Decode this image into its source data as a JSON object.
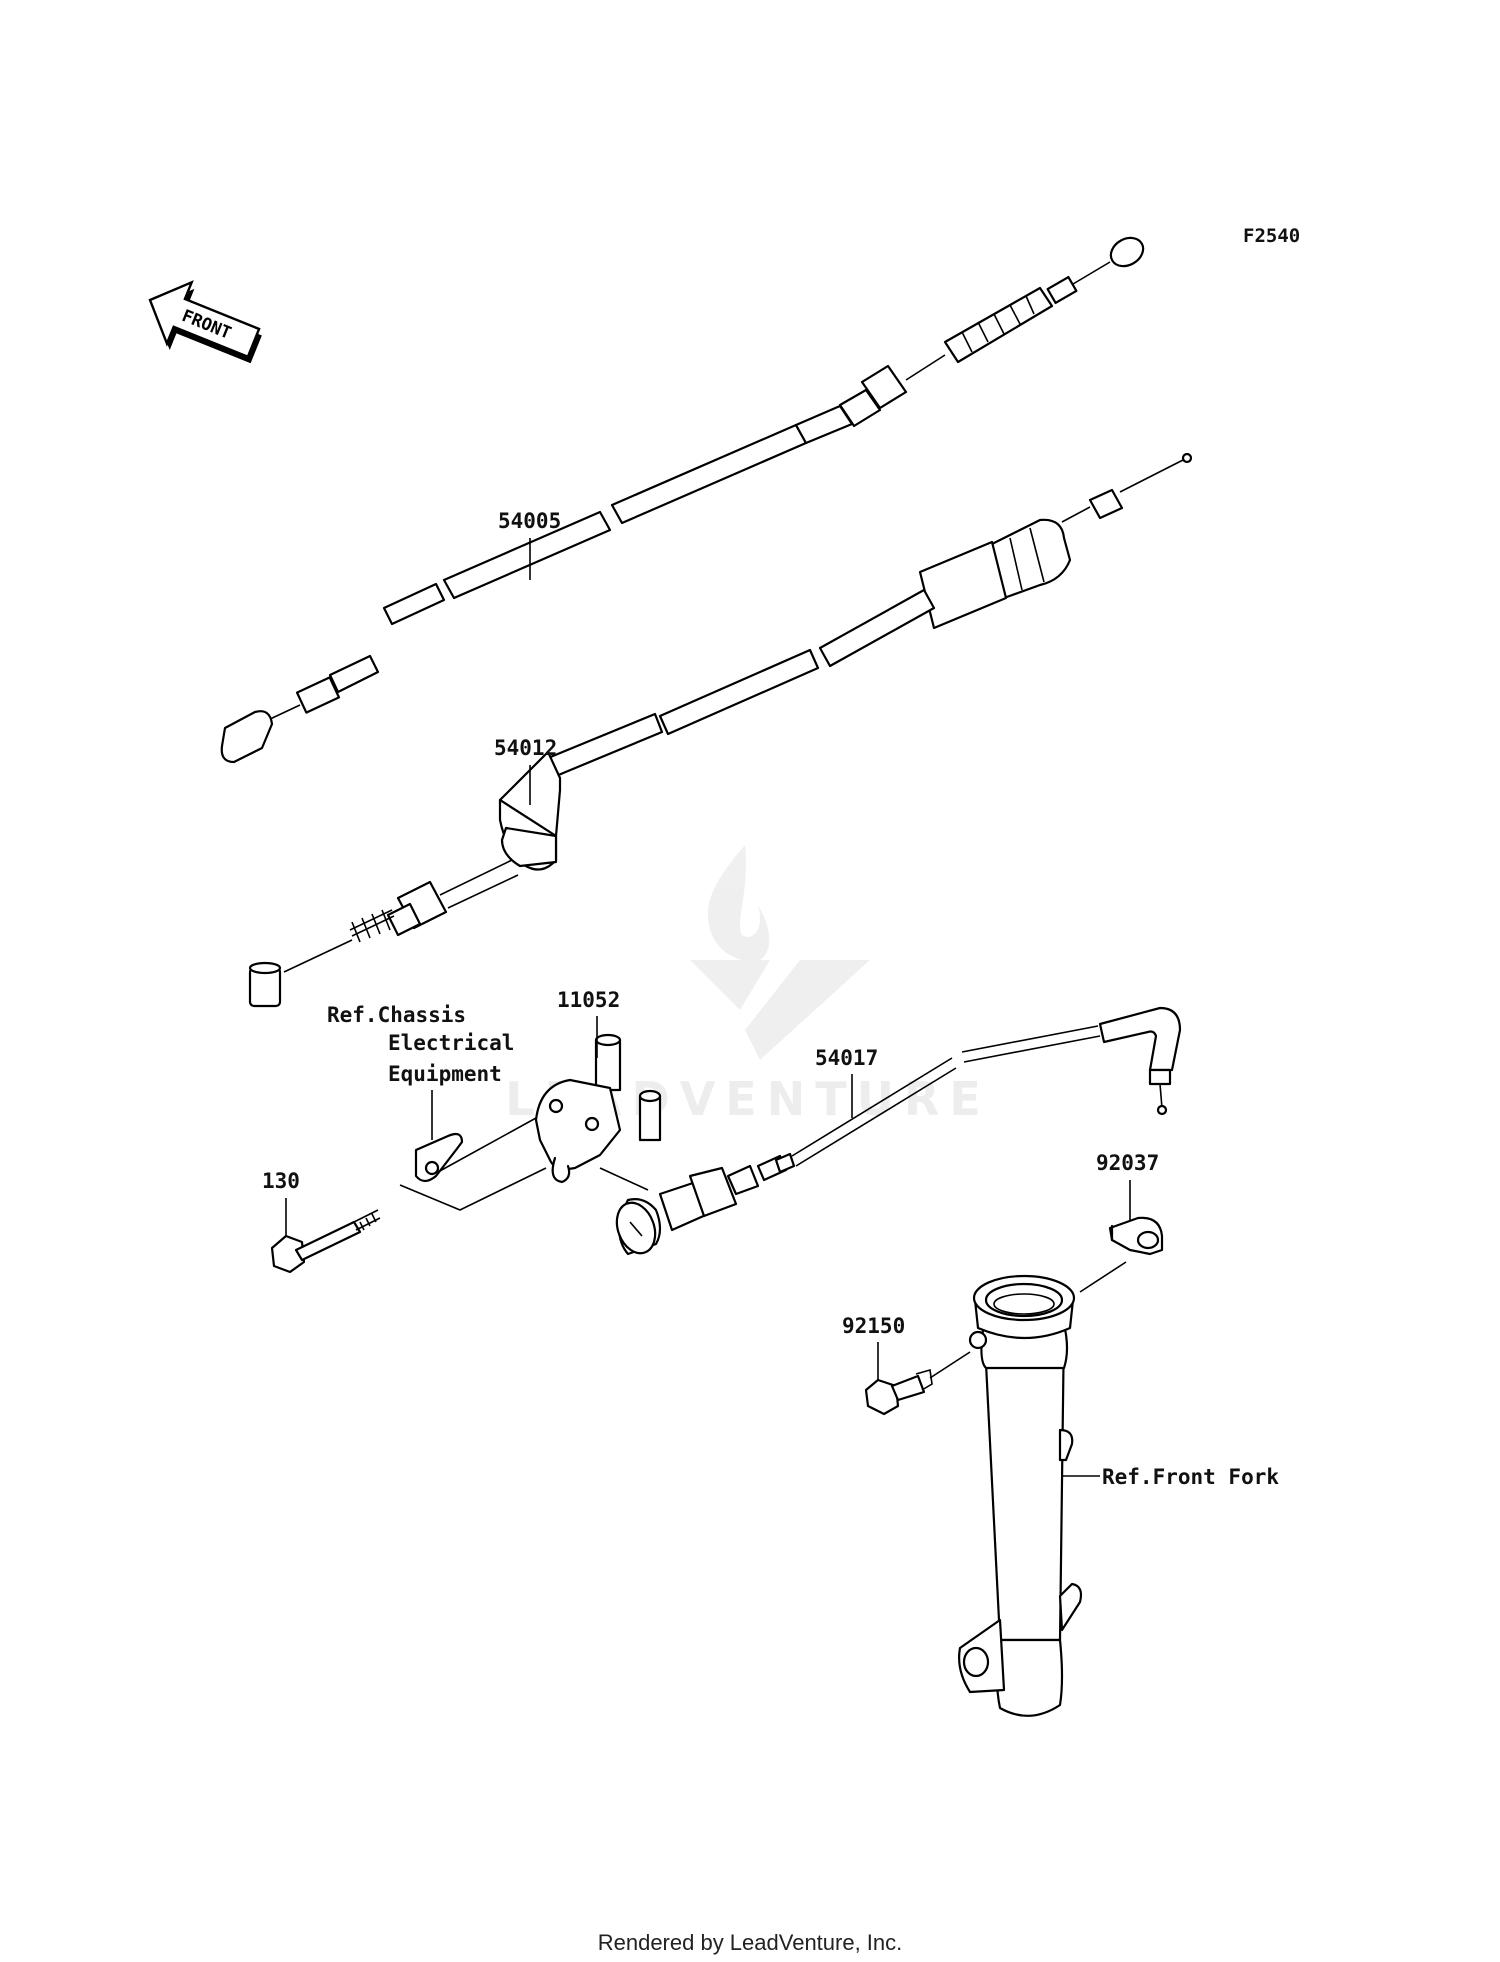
{
  "diagram": {
    "code": "F2540",
    "front_arrow": "FRONT",
    "labels": {
      "p54005": "54005",
      "p54012": "54012",
      "p11052": "11052",
      "p54017": "54017",
      "p130": "130",
      "p92037": "92037",
      "p92150": "92150",
      "ref_chassis_1": "Ref.Chassis",
      "ref_chassis_2": "Electrical",
      "ref_chassis_3": "Equipment",
      "ref_front_fork": "Ref.Front Fork"
    },
    "watermark": "LEADVENTURE",
    "footer": "Rendered by LeadVenture, Inc."
  }
}
